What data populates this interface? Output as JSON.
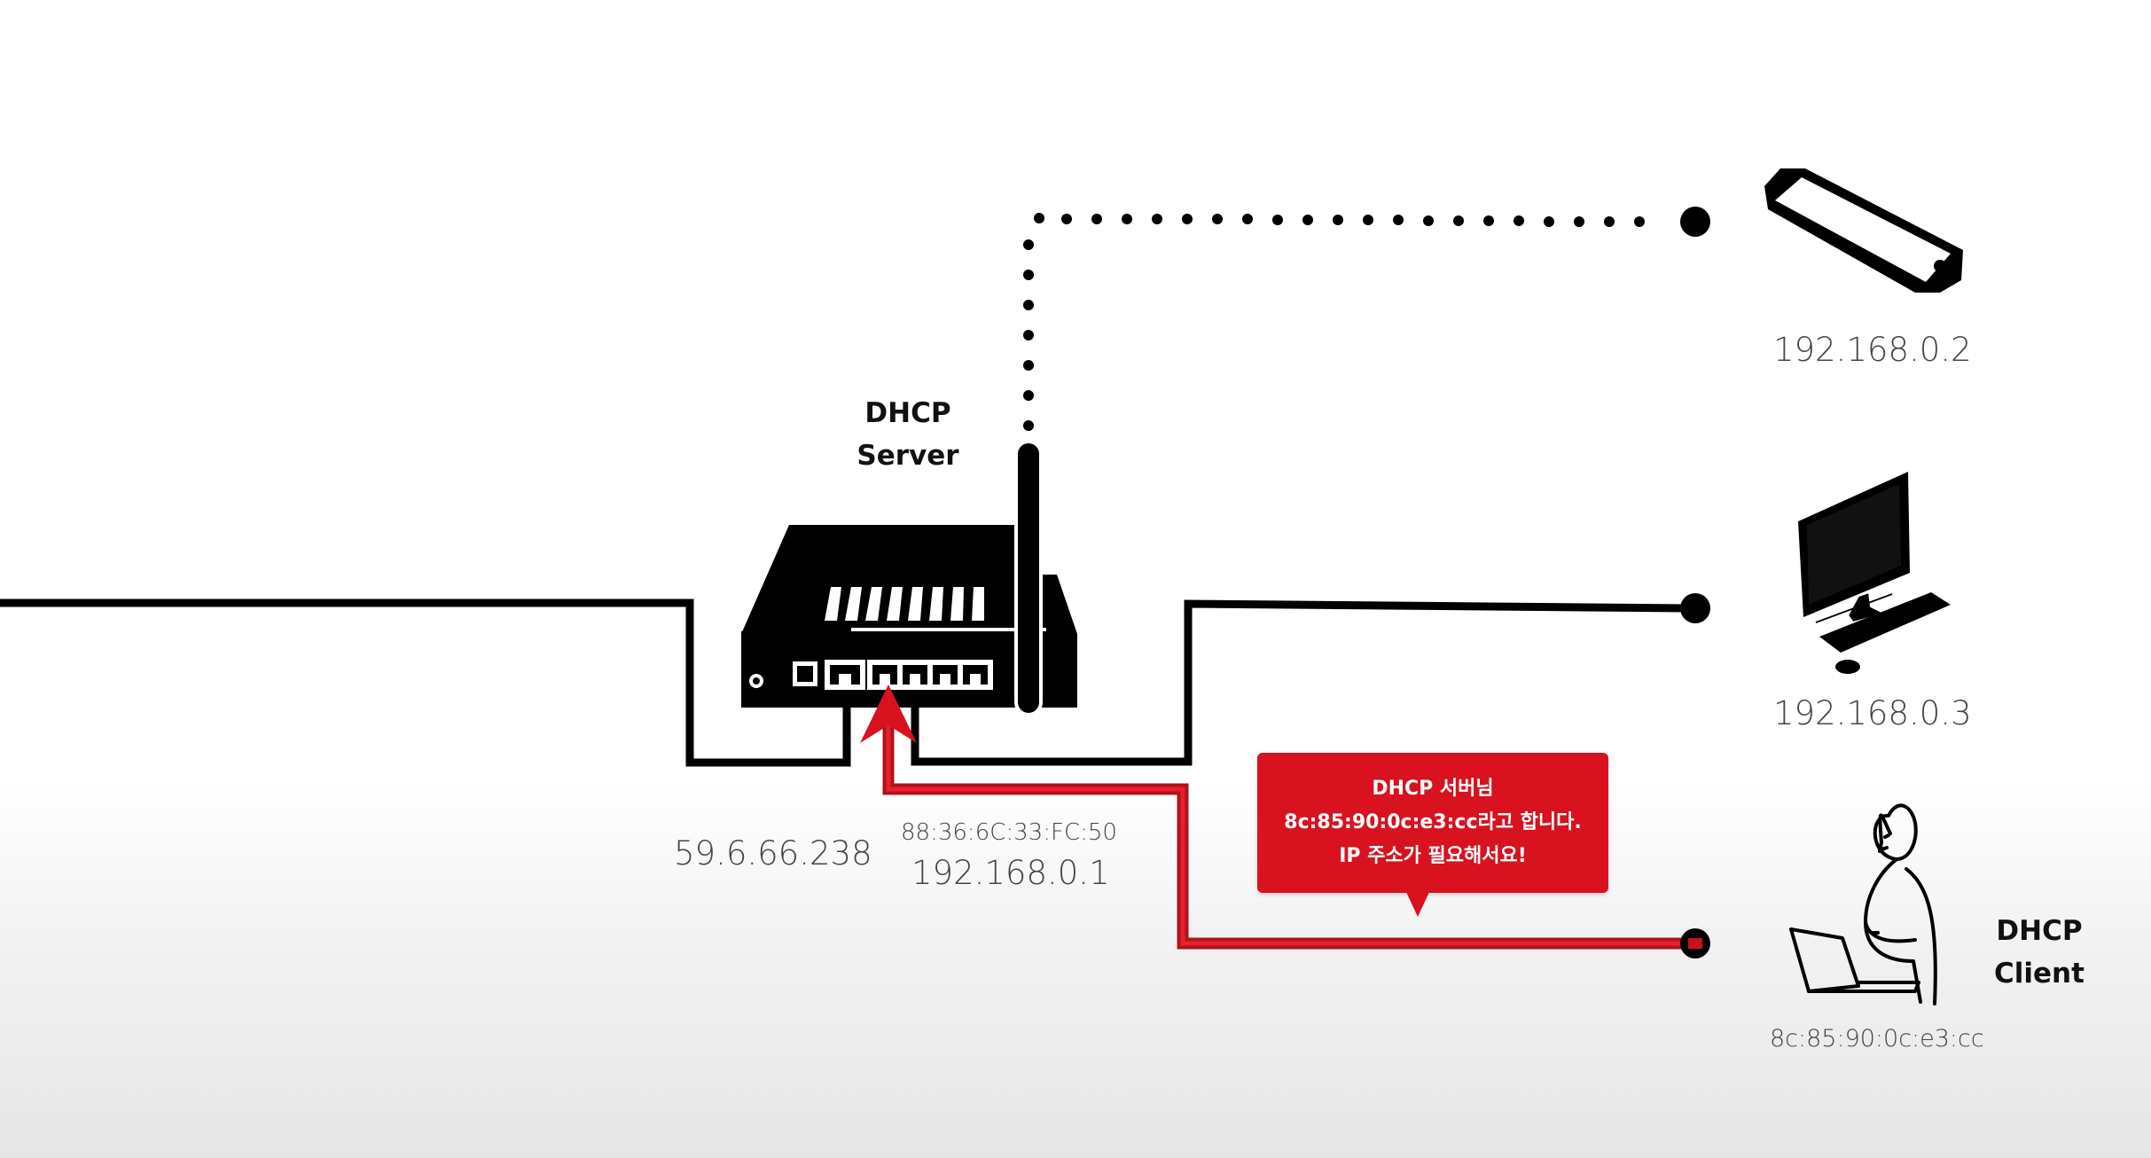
{
  "server": {
    "title_line1": "DHCP",
    "title_line2": "Server",
    "wan_ip": "59.6.66.238",
    "mac": "88:36:6C:33:FC:50",
    "lan_ip": "192.168.0.1"
  },
  "devices": {
    "phone": {
      "ip": "192.168.0.2",
      "icon": "smartphone-icon"
    },
    "desktop": {
      "ip": "192.168.0.3",
      "icon": "desktop-computer-icon"
    },
    "client": {
      "title_line1": "DHCP",
      "title_line2": "Client",
      "mac": "8c:85:90:0c:e3:cc",
      "icon": "laptop-user-icon"
    }
  },
  "message": {
    "line1": "DHCP 서버님",
    "line2": "8c:85:90:0c:e3:cc라고 합니다.",
    "line3": "IP 주소가 필요해서요!"
  },
  "colors": {
    "accent": "#d8121f",
    "line": "#000000",
    "ip_text": "#444444"
  }
}
